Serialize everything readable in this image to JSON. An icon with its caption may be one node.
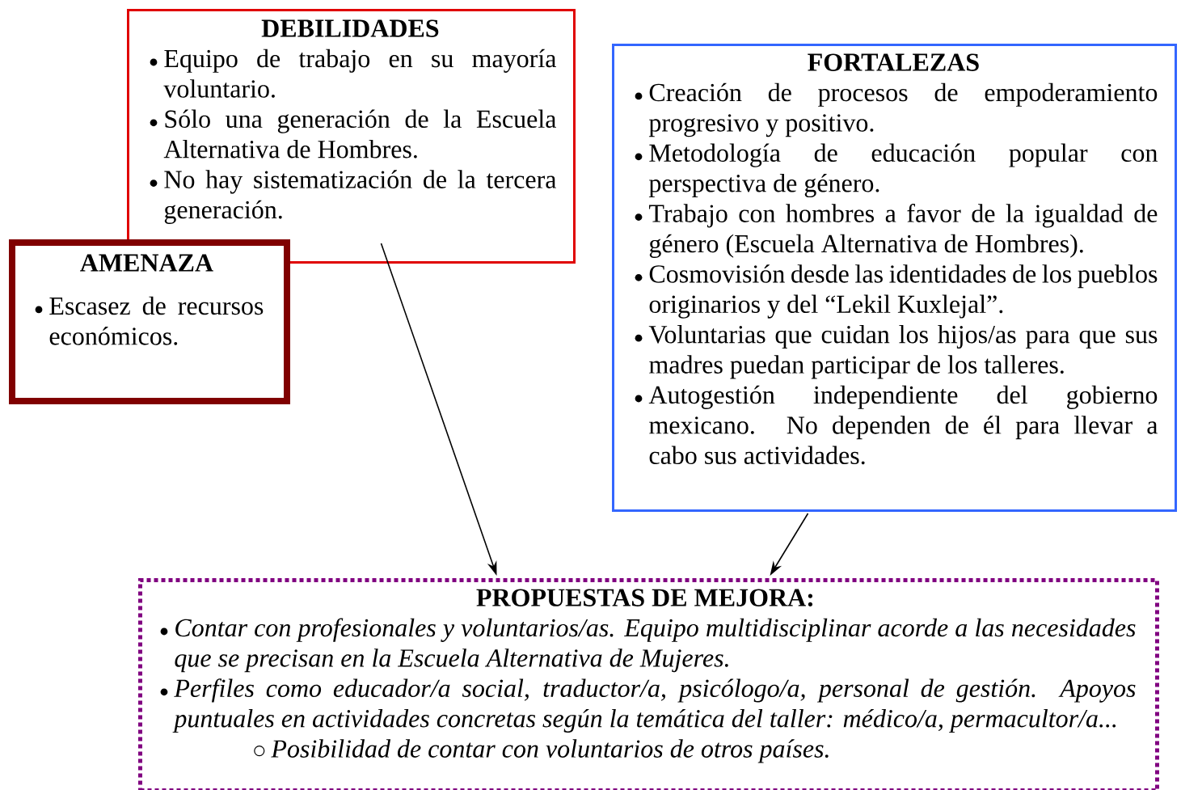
{
  "diagram": {
    "nodes": [
      {
        "text": [
          "DEBILIDADES",
          "Equipo de trabajo en su mayoría voluntario.",
          "Sólo una generación de la Escuela Alternativa de Hombres.",
          "No hay sistematización de la tercera generación."
        ]
      },
      {
        "text": [
          "AMENAZA",
          "Escasez de recursos económicos."
        ]
      },
      {
        "text": [
          "FORTALEZAS",
          "Creación de procesos de empoderamiento progresivo y positivo.",
          "Metodología de educación popular con perspectiva de género.",
          "Trabajo con hombres a favor de la igualdad de género (Escuela Alternativa de Hombres).",
          "Cosmovisión desde las identidades de los pueblos originarios y del “Lekil Kuxlejal”.",
          "Voluntarias que cuidan los hijos/as para que sus madres puedan participar de los talleres.",
          "Autogestión independiente del gobierno mexicano. No dependen de él para llevar a cabo sus actividades."
        ]
      },
      {
        "text": [
          "PROPUESTAS DE MEJORA:",
          "Contar con profesionales y voluntarios/as. Equipo multidisciplinar acorde a las necesidades que se precisan en la Escuela Alternativa de Mujeres.",
          "Perfiles como educador/a social, traductor/a, psicólogo/a, personal de gestión. Apoyos puntuales en actividades concretas según la temática del taller: médico/a, permacultor/a...",
          "Posibilidad de contar con voluntarios de otros países."
        ]
      }
    ],
    "edges": [
      {
        "from": 0,
        "to": 3,
        "arrow": "to"
      },
      {
        "from": 2,
        "to": 3,
        "arrow": "to"
      }
    ]
  }
}
